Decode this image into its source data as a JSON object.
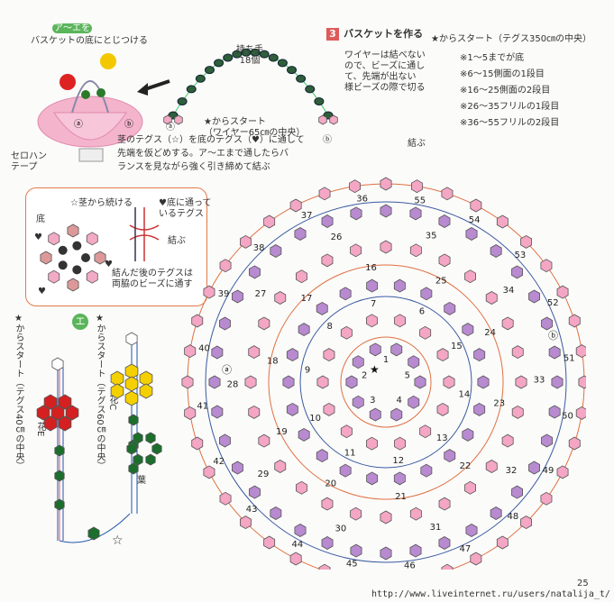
{
  "header": {
    "step_number": "3",
    "step_title": "バスケットを作る",
    "start_note": "★からスタート（テグス350㎝の中央）",
    "ranges": [
      "※1〜5までが底",
      "※6〜15側面の1段目",
      "※16〜25側面の2段目",
      "※26〜35フリルの1段目",
      "※36〜55フリルの2段目"
    ]
  },
  "top_left": {
    "line1": "ア〜エを",
    "line2": "バスケットの底にとじつける"
  },
  "handle": {
    "label1": "持ち手",
    "label2": "18個",
    "wire_note1": "ワイヤーは結べない",
    "wire_note2": "ので、ビーズに通し",
    "wire_note3": "て、先端が出ない",
    "wire_note4": "様ビーズの際で切る",
    "start1": "★からスタート",
    "start2": "（ワイヤー65㎝の中央）",
    "marker_a": "ⓐ",
    "marker_b": "ⓑ"
  },
  "attach_note": {
    "line1": "茎のテグス（☆）を底のテグス（♥）に通して",
    "line2": "先端を仮どめする。ア〜エまで通したらバ",
    "line3": "ランスを見ながら強く引き締めて結ぶ"
  },
  "tape_label1": "セロハン",
  "tape_label2": "テープ",
  "inset": {
    "stem_cont": "☆茎から続ける",
    "bottom_thread1": "♥底に通って",
    "bottom_thread2": "いるテグス",
    "bottom_label": "底",
    "knot_label": "結ぶ",
    "after1": "結んだ後のテグスは",
    "after2": "両脇のビーズに通す"
  },
  "flowers": {
    "e_start": "★からスタート（テグス40㎝の中央）",
    "c_start": "★からスタート（テグス60㎝の中央）",
    "flower_e": "花E",
    "flower_c": "花C",
    "leaf": "葉",
    "badge_e": "エ"
  },
  "diagram": {
    "knot_label": "結ぶ",
    "a_label": "ⓐ",
    "b_label": "ⓑ",
    "cells": [
      "1",
      "2",
      "3",
      "4",
      "5",
      "6",
      "7",
      "8",
      "9",
      "10",
      "11",
      "12",
      "13",
      "14",
      "15",
      "16",
      "17",
      "18",
      "19",
      "20",
      "21",
      "22",
      "23",
      "24",
      "25",
      "26",
      "27",
      "28",
      "29",
      "30",
      "31",
      "32",
      "33",
      "34",
      "35",
      "36",
      "37",
      "38",
      "39",
      "40",
      "41",
      "42",
      "43",
      "44",
      "45",
      "46",
      "47",
      "48",
      "49",
      "50",
      "51",
      "52",
      "53",
      "54",
      "55"
    ]
  },
  "footer": {
    "page": "25",
    "url": "http://www.liveinternet.ru/users/natalija_t/"
  }
}
